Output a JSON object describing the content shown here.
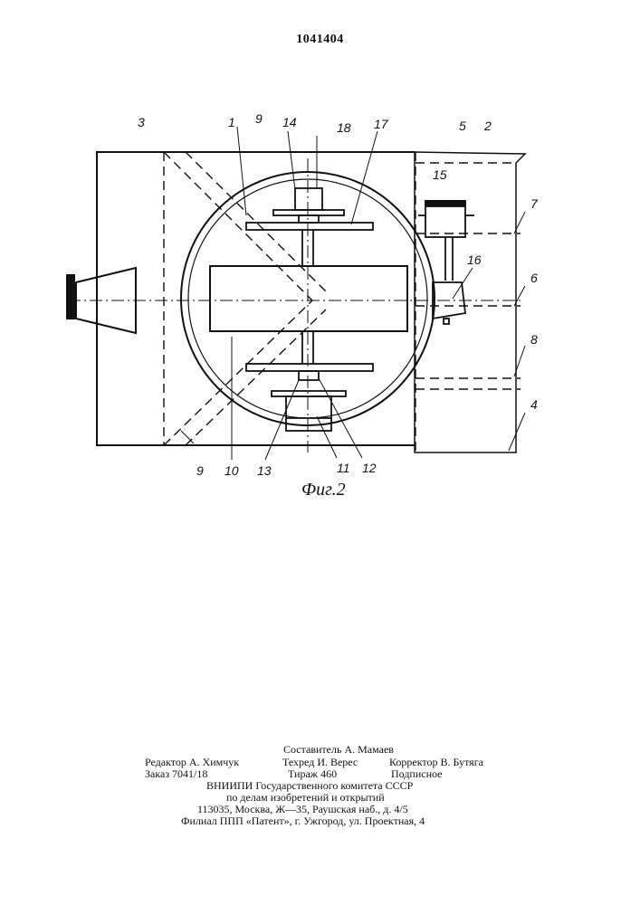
{
  "header": {
    "patent_number": "1041404"
  },
  "figure": {
    "caption": "Фиг.2",
    "labels": {
      "l3": "3",
      "l1": "1",
      "l9a": "9",
      "l14": "14",
      "l18": "18",
      "l17": "17",
      "l5": "5",
      "l2": "2",
      "l15": "15",
      "l7": "7",
      "l16": "16",
      "l6": "6",
      "l8": "8",
      "l4": "4",
      "l9b": "9",
      "l10": "10",
      "l13": "13",
      "l11": "11",
      "l12": "12"
    }
  },
  "colophon": {
    "compiler": "Составитель А.    Мамаев",
    "editor": "Редактор А. Химчук",
    "techred": "Техред И. Верес",
    "corrector": "Корректор В. Бутяга",
    "order": "Заказ 7041/18",
    "circulation": "Тираж 460",
    "subscription": "Подписное",
    "org1": "ВНИИПИ  Государственного  комитета  СССР",
    "org2": "по  делам  изобретений  и  открытий",
    "address1": "113035,  Москва,  Ж—35,  Раушская  наб.,  д.  4/5",
    "branch": "Филиал  ППП  «Патент»,  г.  Ужгород,  ул.  Проектная,  4"
  }
}
